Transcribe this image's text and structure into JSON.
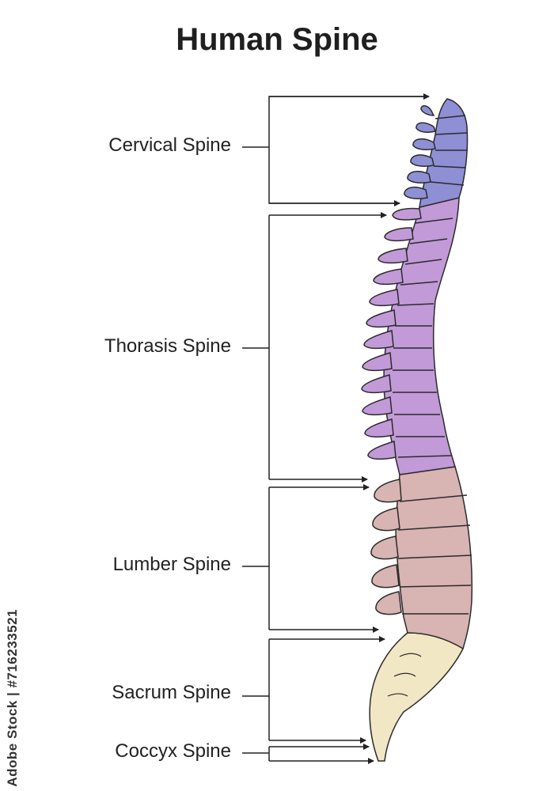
{
  "title": "Human Spine",
  "labels": {
    "cervical": "Cervical Spine",
    "thoracic": "Thorasis Spine",
    "lumbar": "Lumber Spine",
    "sacrum": "Sacrum Spine",
    "coccyx": "Coccyx Spine"
  },
  "watermark": "Adobe Stock | #716233521",
  "colors": {
    "cervical": "#8f8fd6",
    "thoracic": "#c29ad8",
    "lumbar": "#d8b4b2",
    "sacrum": "#f1e7c4",
    "outline": "#2b2b2b"
  }
}
